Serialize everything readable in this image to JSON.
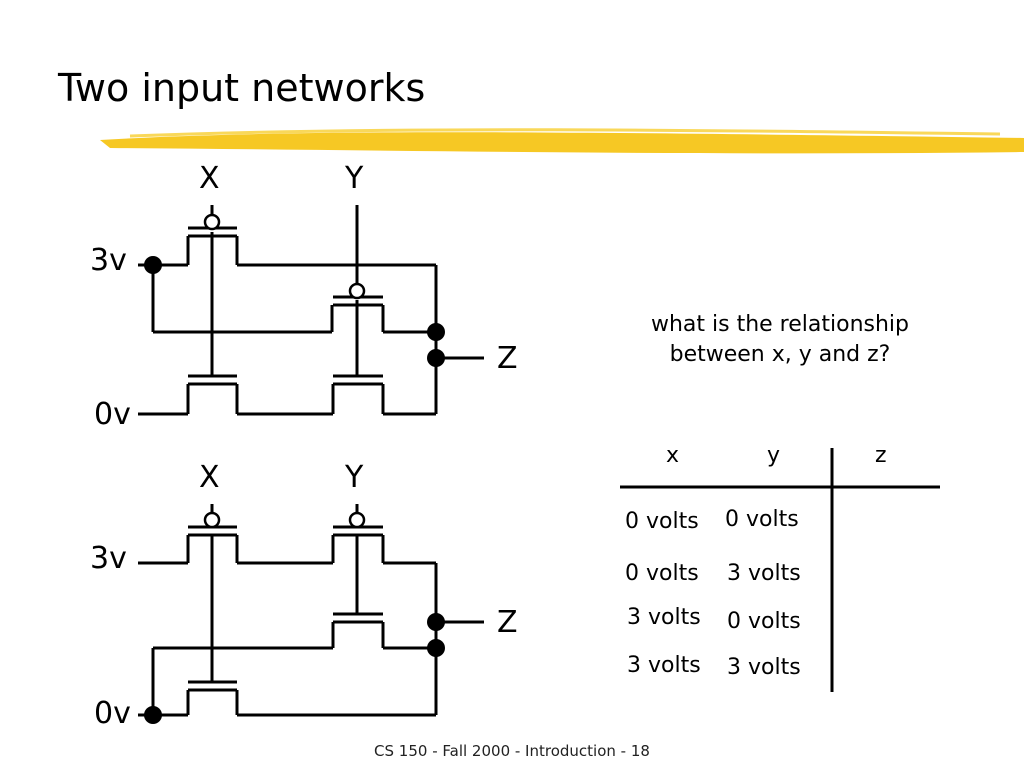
{
  "slide": {
    "title": "Two input networks",
    "footer": "CS 150 - Fall 2000 - Introduction - 18",
    "question": "what  is the relationship between x, y and z?",
    "highlight_color": "#f5c518"
  },
  "circuit_top": {
    "input_x": "X",
    "input_y": "Y",
    "supply": "3v",
    "ground": "0v",
    "output": "Z"
  },
  "circuit_bottom": {
    "input_x": "X",
    "input_y": "Y",
    "supply": "3v",
    "ground": "0v",
    "output": "Z"
  },
  "truth_table": {
    "headers": [
      "x",
      "y",
      "z"
    ],
    "rows": [
      [
        "0 volts",
        "0 volts",
        ""
      ],
      [
        "0 volts",
        "3 volts",
        ""
      ],
      [
        "3 volts",
        "0 volts",
        ""
      ],
      [
        "3 volts",
        "3 volts",
        ""
      ]
    ]
  }
}
